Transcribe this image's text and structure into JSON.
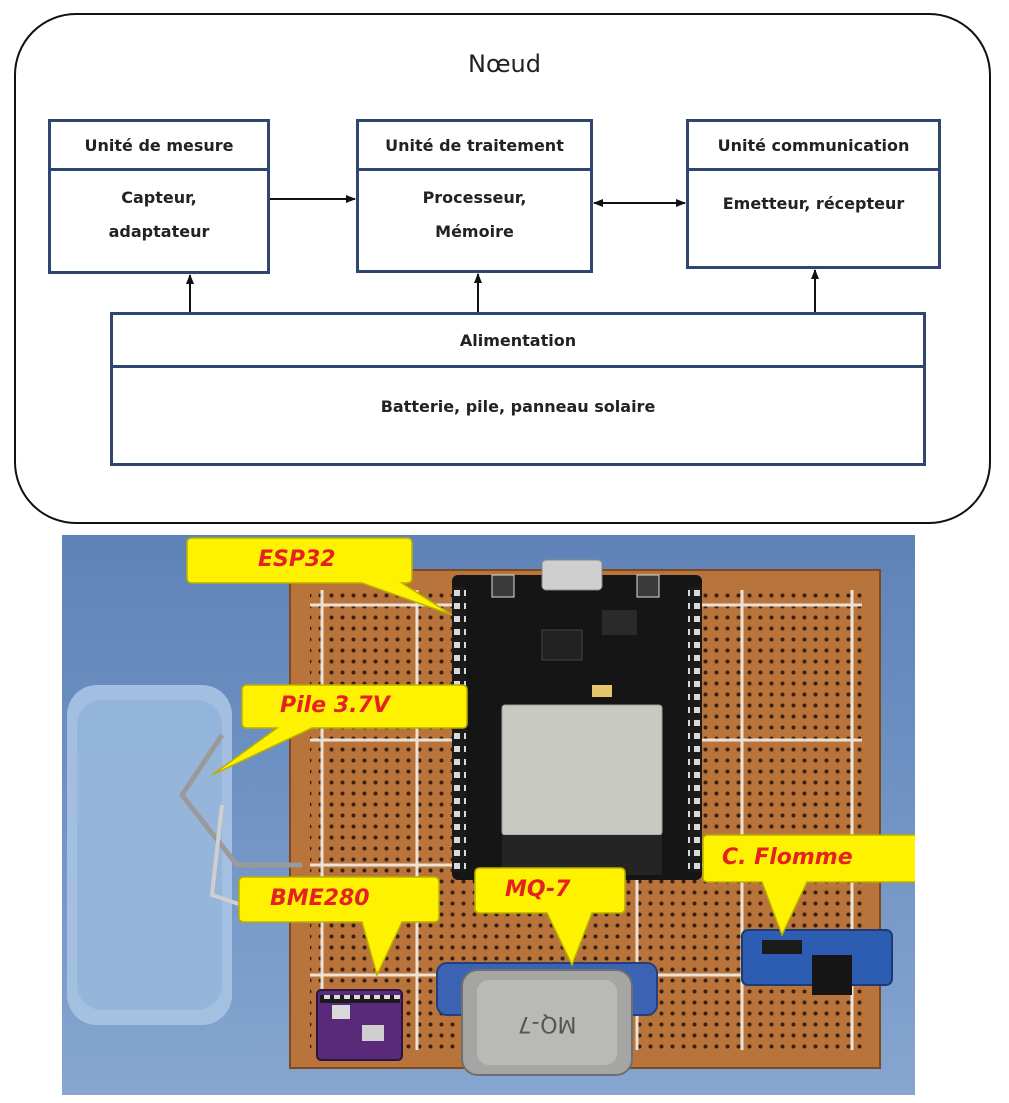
{
  "diagram": {
    "title": "Nœud",
    "units": {
      "measure": {
        "title": "Unité de mesure",
        "line1": "Capteur,",
        "line2": "adaptateur"
      },
      "processing": {
        "title": "Unité de traitement",
        "line1": "Processeur,",
        "line2": "Mémoire"
      },
      "communication": {
        "title": "Unité communication",
        "line1": "Emetteur, récepteur"
      }
    },
    "power": {
      "title": "Alimentation",
      "content": "Batterie, pile, panneau solaire"
    }
  },
  "photo": {
    "labels": {
      "esp32": "ESP32",
      "battery": "Pile 3.7V",
      "bme280": "BME280",
      "mq7": "MQ-7",
      "flame": "C. Flomme"
    },
    "sensor_marking": "MQ-7",
    "colors": {
      "callout_fill": "#fff200",
      "callout_text": "#e52222",
      "board": "#b8743a",
      "background": "#6d90c2"
    }
  }
}
